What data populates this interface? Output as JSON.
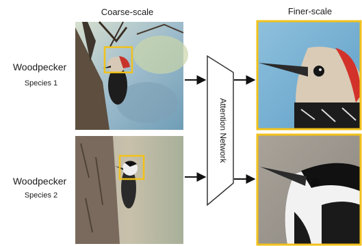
{
  "headers": {
    "coarse": "Coarse-scale",
    "finer": "Finer-scale"
  },
  "rows": [
    {
      "label": "Woodpecker",
      "sublabel": "Species 1"
    },
    {
      "label": "Woodpecker",
      "sublabel": "Species 2"
    }
  ],
  "network_label": "Attention Network",
  "colors": {
    "highlight_box": "#f2c21a",
    "arrow": "#111111",
    "network_stroke": "#333333",
    "network_fill": "#ffffff"
  }
}
